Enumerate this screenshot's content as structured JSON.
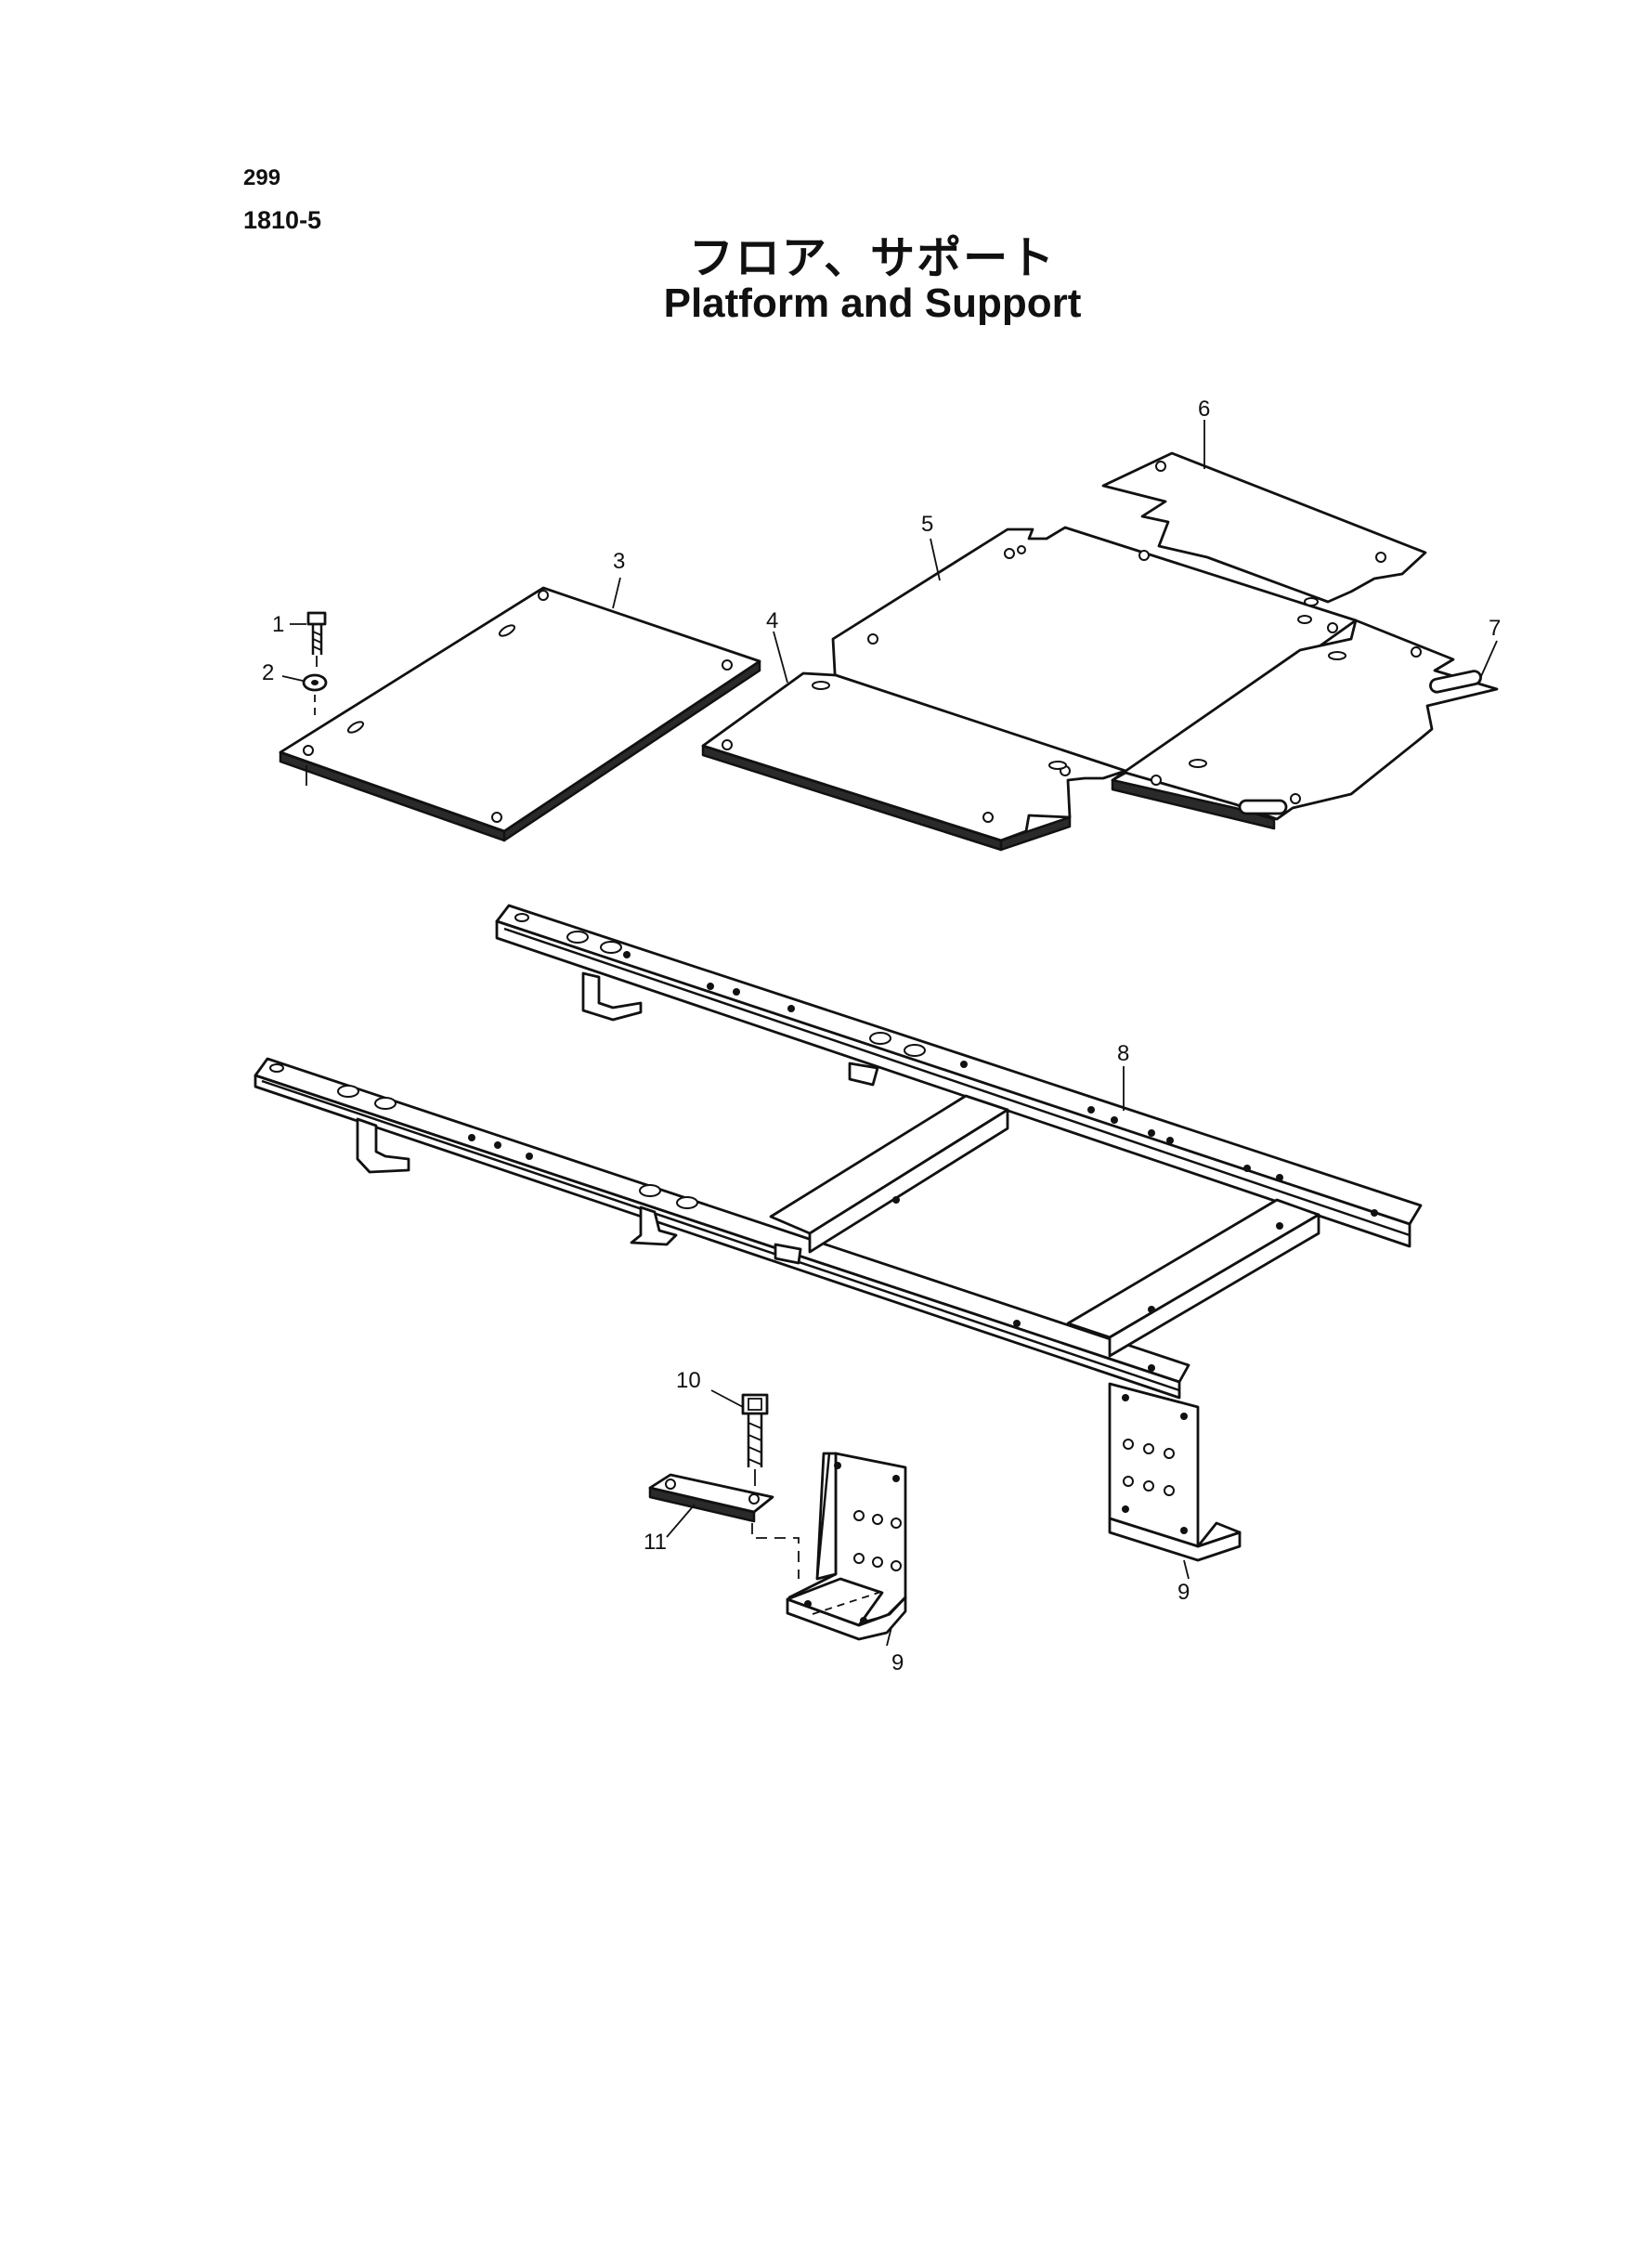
{
  "page_number": "299",
  "figure_code": "1810-5",
  "title_jp": "フロア、サポート",
  "title_en": "Platform and Support",
  "callouts": [
    "1",
    "2",
    "3",
    "4",
    "5",
    "6",
    "7",
    "8",
    "9",
    "9",
    "10",
    "11"
  ]
}
